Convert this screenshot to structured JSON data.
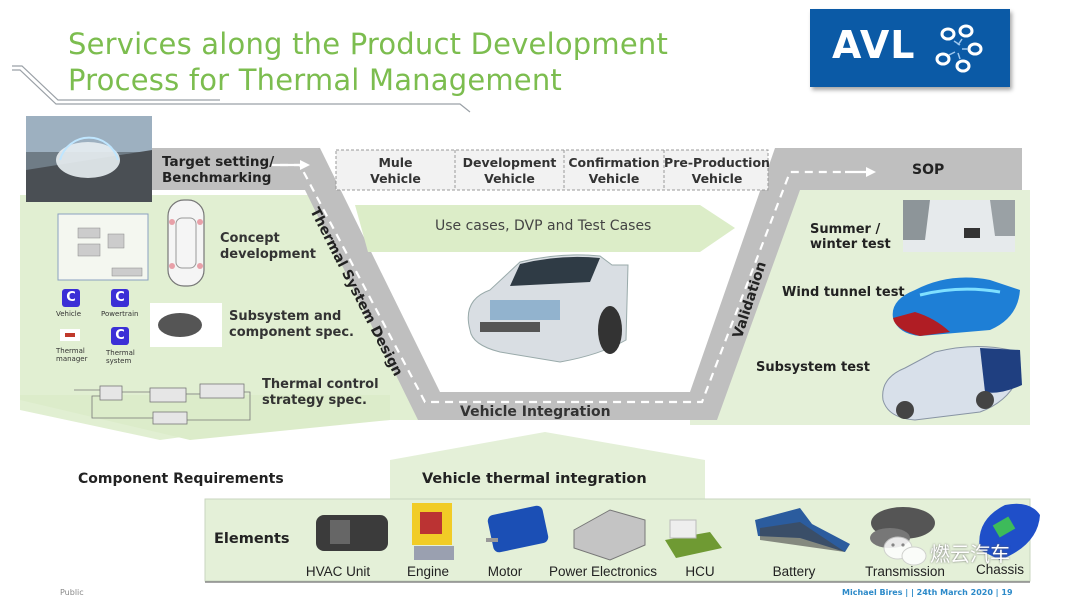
{
  "header": {
    "title_line1": "Services along the Product Development",
    "title_line2": "Process for Thermal Management",
    "logo_text": "AVL"
  },
  "v_model": {
    "start": "Target setting/ Benchmarking",
    "start_line1": "Target setting/",
    "start_line2": "Benchmarking",
    "left_leg": "Thermal System Design",
    "bottom": "Vehicle Integration",
    "right_leg": "Validation",
    "end": "SOP",
    "stages": [
      {
        "line1": "Mule",
        "line2": "Vehicle"
      },
      {
        "line1": "Development",
        "line2": "Vehicle"
      },
      {
        "line1": "Confirmation",
        "line2": "Vehicle"
      },
      {
        "line1": "Pre-Production",
        "line2": "Vehicle"
      }
    ],
    "use_cases_arrow": "Use cases, DVP and  Test Cases"
  },
  "design_services": {
    "concept_line1": "Concept",
    "concept_line2": "development",
    "subsystem_line1": "Subsystem and",
    "subsystem_line2": "component spec.",
    "control_line1": "Thermal control",
    "control_line2": "strategy spec.",
    "tools": [
      {
        "label": "Vehicle",
        "icon": "cruise-c-icon"
      },
      {
        "label": "Powertrain",
        "icon": "cruise-c-icon"
      },
      {
        "label_line1": "Thermal",
        "label_line2": "manager",
        "icon": "thermal-manager-logo"
      },
      {
        "label_line1": "Thermal",
        "label_line2": "system",
        "icon": "cruise-c-icon"
      }
    ]
  },
  "validation_services": {
    "summer_line1": "Summer /",
    "summer_line2": "winter test",
    "wind_tunnel": "Wind tunnel test",
    "subsystem_test": "Subsystem test"
  },
  "bottom": {
    "component_requirements": "Component Requirements",
    "vehicle_thermal_integration": "Vehicle thermal integration",
    "elements_title": "Elements",
    "elements": [
      "HVAC Unit",
      "Engine",
      "Motor",
      "Power Electronics",
      "HCU",
      "Battery",
      "Transmission",
      "Chassis"
    ]
  },
  "footer": {
    "classification": "Public",
    "author_date": "Michael Bires |  | 24th March 2020 | 19",
    "watermark": "燃云汽车"
  },
  "colors": {
    "title_green": "#7cbd4f",
    "avl_blue": "#0b5aa6",
    "light_green": "#e4f0d8",
    "road_gray": "#bdbdbd"
  }
}
